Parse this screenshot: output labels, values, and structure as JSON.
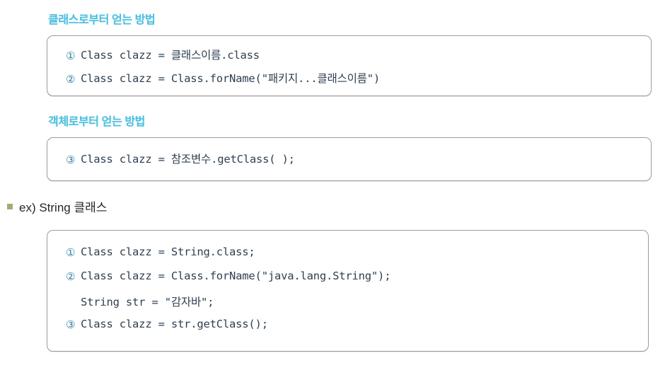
{
  "page": {
    "background_color": "#ffffff",
    "heading_color": "#4cbfe0",
    "code_text_color": "#2e3f50",
    "marker_color": "#2f7d9e",
    "box_border_color": "#9d9d9d",
    "bullet_color": "#a8a874"
  },
  "sections": {
    "from_class": {
      "heading": "클래스로부터 얻는 방법",
      "lines": [
        {
          "marker": "①",
          "code": "Class clazz = 클래스이름.class"
        },
        {
          "marker": "②",
          "code": "Class clazz = Class.forName(\"패키지...클래스이름\")"
        }
      ]
    },
    "from_object": {
      "heading": "객체로부터 얻는 방법",
      "lines": [
        {
          "marker": "③",
          "code": "Class clazz = 참조변수.getClass( );"
        }
      ]
    },
    "example": {
      "bullet_label": "ex) String 클래스",
      "bullet_icon": "square-bullet-icon",
      "lines": [
        {
          "marker": "①",
          "code": "Class clazz = String.class;"
        },
        {
          "marker": "②",
          "code": "Class clazz = Class.forName(\"java.lang.String\");"
        },
        {
          "marker": "",
          "code": "String str = \"감자바\";"
        },
        {
          "marker": "③",
          "code": "Class clazz = str.getClass();"
        }
      ]
    }
  }
}
